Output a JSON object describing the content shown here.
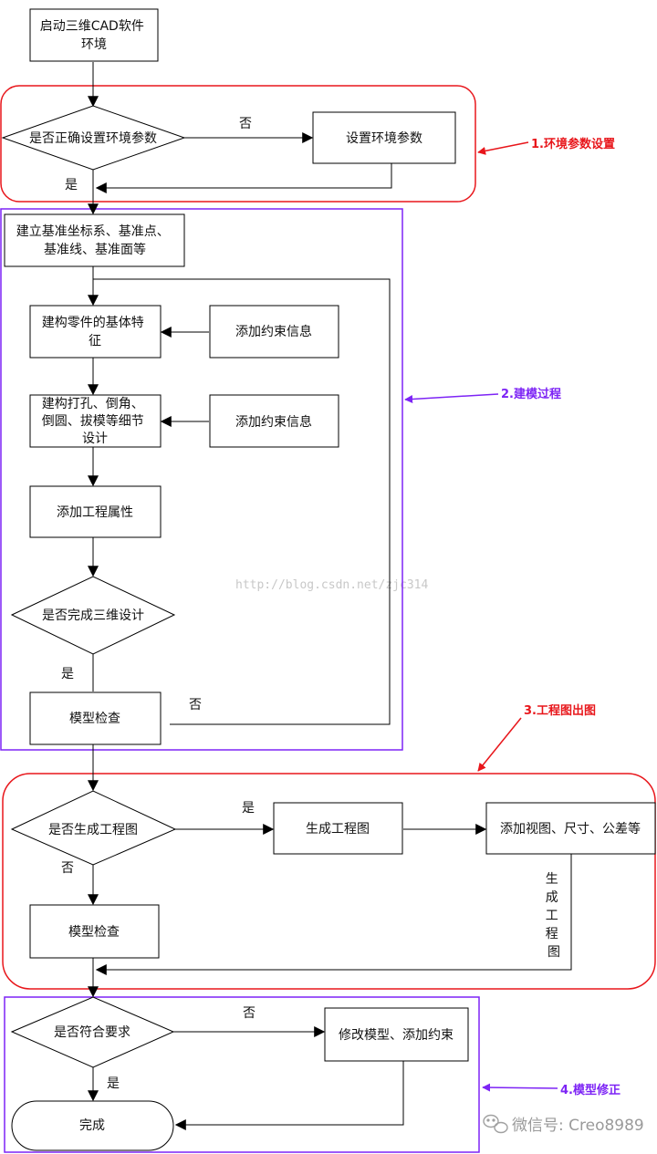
{
  "colors": {
    "stage_env": "#e8161b",
    "stage_model": "#7d24f5",
    "stage_drawing": "#e8161b",
    "stage_fix": "#7d24f5",
    "line": "#000000",
    "watermark": "#c8c8c8"
  },
  "nodes": {
    "start": [
      "启动三维CAD软件",
      "环境"
    ],
    "check_env": [
      "是否正确设置环境参数"
    ],
    "set_env": [
      "设置环境参数"
    ],
    "create_datum": [
      "建立基准坐标系、基准点、",
      "基准线、基准面等"
    ],
    "base_feature": [
      "建构零件的基体特",
      "征"
    ],
    "constraint_1": [
      "添加约束信息"
    ],
    "detail_feature": [
      "建构打孔、倒角、",
      "倒圆、拔模等细节",
      "设计"
    ],
    "constraint_2": [
      "添加约束信息"
    ],
    "eng_attr": [
      "添加工程属性"
    ],
    "check_3d": [
      "是否完成三维设计"
    ],
    "model_check_1": [
      "模型检查"
    ],
    "check_drawing": [
      "是否生成工程图"
    ],
    "gen_drawing": [
      "生成工程图"
    ],
    "add_views": [
      "添加视图、尺寸、公差等"
    ],
    "model_check_2": [
      "模型检查"
    ],
    "check_req": [
      "是否符合要求"
    ],
    "modify_model": [
      "修改模型、添加约束"
    ],
    "finish": [
      "完成"
    ]
  },
  "edge_labels": {
    "env_no": "否",
    "env_yes": "是",
    "design_yes": "是",
    "design_no": "否",
    "drawing_yes": "是",
    "drawing_no": "否",
    "vertical_label": [
      "生",
      "成",
      "工",
      "程",
      "图"
    ],
    "req_no": "否",
    "req_yes": "是"
  },
  "annotations": {
    "stage_1": "1.环境参数设置",
    "stage_2": "2.建模过程",
    "stage_3": "3.工程图出图",
    "stage_4": "4.模型修正"
  },
  "watermark": "http://blog.csdn.net/zjc314",
  "logo": {
    "text": "微信号: Creo8989",
    "icon": "wechat-icon"
  }
}
